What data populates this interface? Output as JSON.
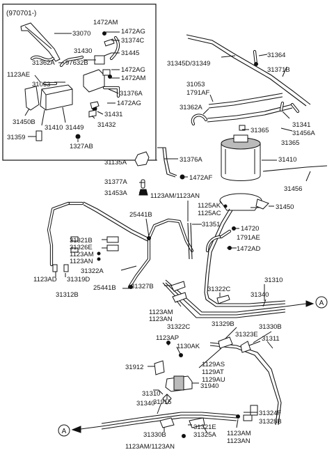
{
  "diagram": {
    "inset_code": "(970701-)",
    "labels": [
      {
        "id": "l01",
        "text": "33070"
      },
      {
        "id": "l02",
        "text": "1472AM"
      },
      {
        "id": "l03",
        "text": "1472AG"
      },
      {
        "id": "l04",
        "text": "31374C"
      },
      {
        "id": "l05",
        "text": "31430"
      },
      {
        "id": "l06",
        "text": "31445"
      },
      {
        "id": "l07",
        "text": "31362A"
      },
      {
        "id": "l08",
        "text": "97632B"
      },
      {
        "id": "l09",
        "text": "1472AG"
      },
      {
        "id": "l10",
        "text": "1123AE"
      },
      {
        "id": "l11",
        "text": "1472AM"
      },
      {
        "id": "l12",
        "text": "31053"
      },
      {
        "id": "l13",
        "text": "31376A"
      },
      {
        "id": "l14",
        "text": "1472AG"
      },
      {
        "id": "l15",
        "text": "31431"
      },
      {
        "id": "l16",
        "text": "31450B"
      },
      {
        "id": "l17",
        "text": "31410"
      },
      {
        "id": "l18",
        "text": "31449"
      },
      {
        "id": "l19",
        "text": "31432"
      },
      {
        "id": "l20",
        "text": "31359"
      },
      {
        "id": "l21",
        "text": "1327AB"
      },
      {
        "id": "l22",
        "text": "31364"
      },
      {
        "id": "l23",
        "text": "31345D/31349"
      },
      {
        "id": "l24",
        "text": "31371B"
      },
      {
        "id": "l25",
        "text": "31053"
      },
      {
        "id": "l26",
        "text": "1791AF"
      },
      {
        "id": "l27",
        "text": "31362A"
      },
      {
        "id": "l28",
        "text": "31341"
      },
      {
        "id": "l29",
        "text": "31365"
      },
      {
        "id": "l30",
        "text": "31456A"
      },
      {
        "id": "l31",
        "text": "31365"
      },
      {
        "id": "l32",
        "text": "31135A"
      },
      {
        "id": "l33",
        "text": "31376A"
      },
      {
        "id": "l34",
        "text": "31410"
      },
      {
        "id": "l35",
        "text": "1472AF"
      },
      {
        "id": "l36",
        "text": "31377A"
      },
      {
        "id": "l37",
        "text": "31456"
      },
      {
        "id": "l38",
        "text": "31453A"
      },
      {
        "id": "l39",
        "text": "1123AM/1123AN"
      },
      {
        "id": "l40",
        "text": "1125AK"
      },
      {
        "id": "l41",
        "text": "1125AC"
      },
      {
        "id": "l42",
        "text": "31450"
      },
      {
        "id": "l43",
        "text": "25441B"
      },
      {
        "id": "l44",
        "text": "31351"
      },
      {
        "id": "l45",
        "text": "14720"
      },
      {
        "id": "l46",
        "text": "1791AE"
      },
      {
        "id": "l47",
        "text": "31321B"
      },
      {
        "id": "l48",
        "text": "31326E"
      },
      {
        "id": "l49",
        "text": "1123AM"
      },
      {
        "id": "l50",
        "text": "1123AN"
      },
      {
        "id": "l51",
        "text": "1472AD"
      },
      {
        "id": "l52",
        "text": "31322A"
      },
      {
        "id": "l53",
        "text": "1123AD"
      },
      {
        "id": "l54",
        "text": "31319D"
      },
      {
        "id": "l55",
        "text": "25441B"
      },
      {
        "id": "l56",
        "text": "31327B"
      },
      {
        "id": "l57",
        "text": "31322C"
      },
      {
        "id": "l58",
        "text": "31310"
      },
      {
        "id": "l59",
        "text": "31340"
      },
      {
        "id": "l60",
        "text": "31312B"
      },
      {
        "id": "l61",
        "text": "1123AM"
      },
      {
        "id": "l62",
        "text": "1123AN"
      },
      {
        "id": "l63",
        "text": "31322C"
      },
      {
        "id": "l64",
        "text": "31329B"
      },
      {
        "id": "l65",
        "text": "31330B"
      },
      {
        "id": "l66",
        "text": "31323E"
      },
      {
        "id": "l67",
        "text": "31311"
      },
      {
        "id": "l68",
        "text": "1123AP"
      },
      {
        "id": "l69",
        "text": "1130AK"
      },
      {
        "id": "l70",
        "text": "31912"
      },
      {
        "id": "l71",
        "text": "1129AS"
      },
      {
        "id": "l72",
        "text": "1129AT"
      },
      {
        "id": "l73",
        "text": "1129AU"
      },
      {
        "id": "l74",
        "text": "31940"
      },
      {
        "id": "l75",
        "text": "31310"
      },
      {
        "id": "l76",
        "text": "31915"
      },
      {
        "id": "l77",
        "text": "31340"
      },
      {
        "id": "l78",
        "text": "31324F"
      },
      {
        "id": "l79",
        "text": "31328B"
      },
      {
        "id": "l80",
        "text": "31321E"
      },
      {
        "id": "l81",
        "text": "31330B"
      },
      {
        "id": "l82",
        "text": "31325A"
      },
      {
        "id": "l83",
        "text": "1123AM"
      },
      {
        "id": "l84",
        "text": "1123AN"
      },
      {
        "id": "l85",
        "text": "1123AM/1123AN"
      }
    ],
    "ref_markers": [
      {
        "id": "ref-right",
        "text": "A"
      },
      {
        "id": "ref-left",
        "text": "A"
      }
    ]
  }
}
